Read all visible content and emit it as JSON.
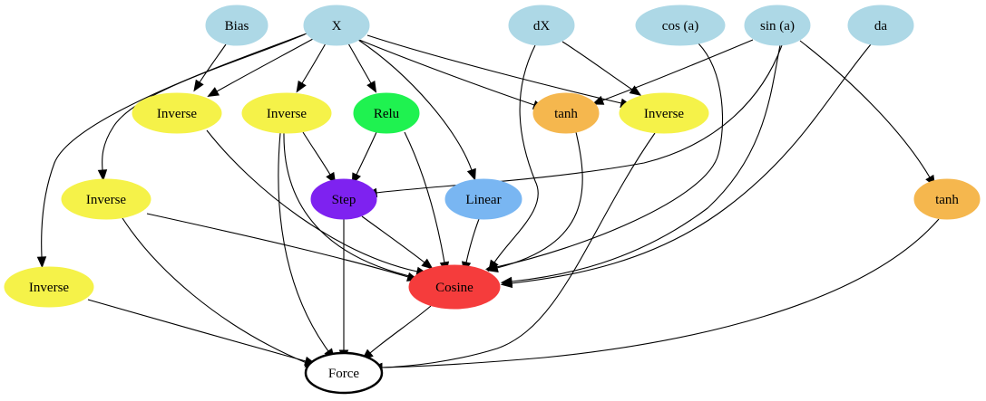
{
  "graph": {
    "nodes": [
      {
        "id": "bias",
        "label": "Bias",
        "kind": "input",
        "color": "#add8e6"
      },
      {
        "id": "x",
        "label": "X",
        "kind": "input",
        "color": "#add8e6"
      },
      {
        "id": "dx",
        "label": "dX",
        "kind": "input",
        "color": "#add8e6"
      },
      {
        "id": "cosa",
        "label": "cos (a)",
        "kind": "input",
        "color": "#add8e6"
      },
      {
        "id": "sina",
        "label": "sin (a)",
        "kind": "input",
        "color": "#add8e6"
      },
      {
        "id": "da",
        "label": "da",
        "kind": "input",
        "color": "#add8e6"
      },
      {
        "id": "inv1",
        "label": "Inverse",
        "kind": "inverse",
        "color": "#f5f249"
      },
      {
        "id": "inv2",
        "label": "Inverse",
        "kind": "inverse",
        "color": "#f5f249"
      },
      {
        "id": "relu",
        "label": "Relu",
        "kind": "relu",
        "color": "#1ff250"
      },
      {
        "id": "tanh1",
        "label": "tanh",
        "kind": "tanh",
        "color": "#f5b74e"
      },
      {
        "id": "inv3",
        "label": "Inverse",
        "kind": "inverse",
        "color": "#f5f249"
      },
      {
        "id": "inv4",
        "label": "Inverse",
        "kind": "inverse",
        "color": "#f5f249"
      },
      {
        "id": "step",
        "label": "Step",
        "kind": "step",
        "color": "#7e22f0"
      },
      {
        "id": "linear",
        "label": "Linear",
        "kind": "linear",
        "color": "#79b6f2"
      },
      {
        "id": "tanh2",
        "label": "tanh",
        "kind": "tanh",
        "color": "#f5b74e"
      },
      {
        "id": "inv5",
        "label": "Inverse",
        "kind": "inverse",
        "color": "#f5f249"
      },
      {
        "id": "cosine",
        "label": "Cosine",
        "kind": "cosine",
        "color": "#f53c3c"
      },
      {
        "id": "force",
        "label": "Force",
        "kind": "output",
        "color": "#ffffff"
      }
    ],
    "edges": [
      {
        "from": "bias",
        "to": "inv1"
      },
      {
        "from": "x",
        "to": "inv1"
      },
      {
        "from": "x",
        "to": "inv2"
      },
      {
        "from": "x",
        "to": "relu"
      },
      {
        "from": "x",
        "to": "linear"
      },
      {
        "from": "x",
        "to": "tanh1"
      },
      {
        "from": "x",
        "to": "inv3"
      },
      {
        "from": "x",
        "to": "inv4"
      },
      {
        "from": "x",
        "to": "inv5"
      },
      {
        "from": "dx",
        "to": "inv3"
      },
      {
        "from": "dx",
        "to": "cosine"
      },
      {
        "from": "cosa",
        "to": "cosine"
      },
      {
        "from": "sina",
        "to": "tanh1"
      },
      {
        "from": "sina",
        "to": "step"
      },
      {
        "from": "sina",
        "to": "cosine"
      },
      {
        "from": "sina",
        "to": "tanh2"
      },
      {
        "from": "da",
        "to": "cosine"
      },
      {
        "from": "inv1",
        "to": "cosine"
      },
      {
        "from": "inv2",
        "to": "step"
      },
      {
        "from": "inv2",
        "to": "cosine"
      },
      {
        "from": "inv2",
        "to": "force"
      },
      {
        "from": "relu",
        "to": "step"
      },
      {
        "from": "relu",
        "to": "cosine"
      },
      {
        "from": "tanh1",
        "to": "cosine"
      },
      {
        "from": "inv3",
        "to": "force"
      },
      {
        "from": "inv4",
        "to": "cosine"
      },
      {
        "from": "inv4",
        "to": "force"
      },
      {
        "from": "step",
        "to": "cosine"
      },
      {
        "from": "step",
        "to": "force"
      },
      {
        "from": "linear",
        "to": "cosine"
      },
      {
        "from": "tanh2",
        "to": "force"
      },
      {
        "from": "inv5",
        "to": "force"
      },
      {
        "from": "cosine",
        "to": "force"
      }
    ]
  }
}
